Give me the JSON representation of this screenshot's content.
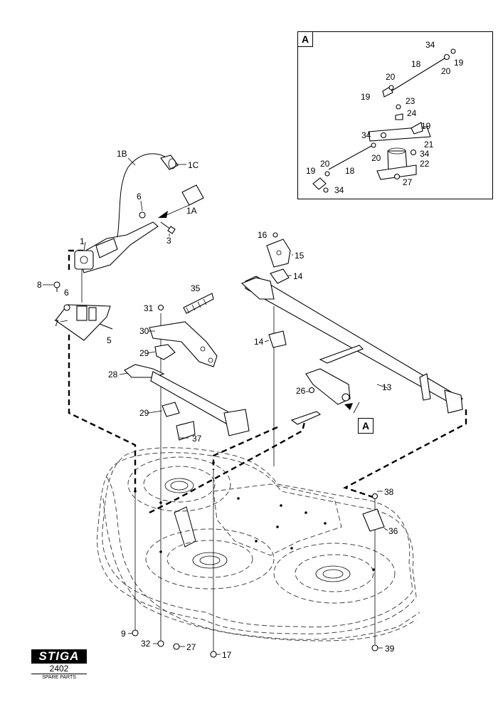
{
  "inset": {
    "callout": "A"
  },
  "main_callout": "A",
  "logo": {
    "brand": "STIGA",
    "number": "2402",
    "subtitle": "SPARE PARTS"
  },
  "labels": [
    {
      "id": "1",
      "text": "1"
    },
    {
      "id": "1a",
      "text": "1A"
    },
    {
      "id": "1b",
      "text": "1B"
    },
    {
      "id": "1c",
      "text": "1C"
    },
    {
      "id": "3",
      "text": "3"
    },
    {
      "id": "5",
      "text": "5"
    },
    {
      "id": "6a",
      "text": "6"
    },
    {
      "id": "6b",
      "text": "6"
    },
    {
      "id": "7",
      "text": "7"
    },
    {
      "id": "8",
      "text": "8"
    },
    {
      "id": "9",
      "text": "9"
    },
    {
      "id": "13",
      "text": "13"
    },
    {
      "id": "14a",
      "text": "14"
    },
    {
      "id": "14b",
      "text": "14"
    },
    {
      "id": "15",
      "text": "15"
    },
    {
      "id": "16",
      "text": "16"
    },
    {
      "id": "17",
      "text": "17"
    },
    {
      "id": "18a",
      "text": "18"
    },
    {
      "id": "18b",
      "text": "18"
    },
    {
      "id": "19a",
      "text": "19"
    },
    {
      "id": "19b",
      "text": "19"
    },
    {
      "id": "19c",
      "text": "19"
    },
    {
      "id": "19d",
      "text": "19"
    },
    {
      "id": "20a",
      "text": "20"
    },
    {
      "id": "20b",
      "text": "20"
    },
    {
      "id": "20c",
      "text": "20"
    },
    {
      "id": "20d",
      "text": "20"
    },
    {
      "id": "21",
      "text": "21"
    },
    {
      "id": "22",
      "text": "22"
    },
    {
      "id": "23",
      "text": "23"
    },
    {
      "id": "24",
      "text": "24"
    },
    {
      "id": "26",
      "text": "26"
    },
    {
      "id": "27a",
      "text": "27"
    },
    {
      "id": "27b",
      "text": "27"
    },
    {
      "id": "28",
      "text": "28"
    },
    {
      "id": "29a",
      "text": "29"
    },
    {
      "id": "29b",
      "text": "29"
    },
    {
      "id": "30",
      "text": "30"
    },
    {
      "id": "31",
      "text": "31"
    },
    {
      "id": "32",
      "text": "32"
    },
    {
      "id": "34a",
      "text": "34"
    },
    {
      "id": "34b",
      "text": "34"
    },
    {
      "id": "34c",
      "text": "34"
    },
    {
      "id": "34d",
      "text": "34"
    },
    {
      "id": "35",
      "text": "35"
    },
    {
      "id": "36",
      "text": "36"
    },
    {
      "id": "37",
      "text": "37"
    },
    {
      "id": "38",
      "text": "38"
    },
    {
      "id": "39",
      "text": "39"
    }
  ]
}
